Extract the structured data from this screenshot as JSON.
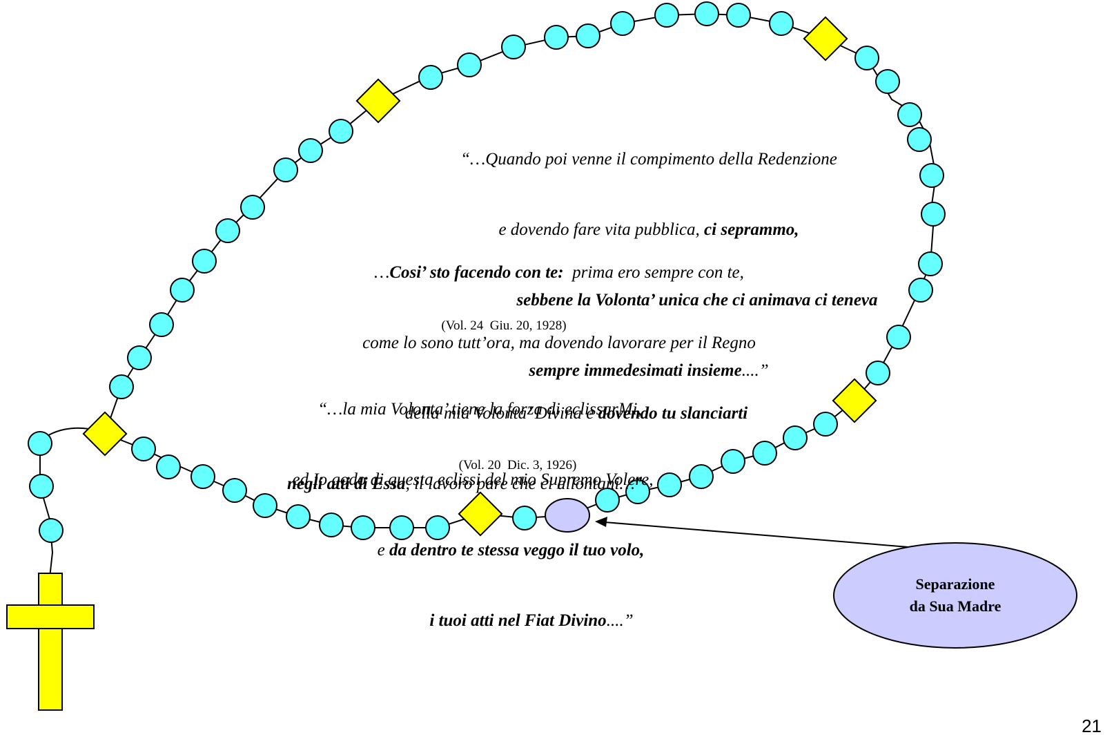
{
  "quotes": {
    "q1": {
      "l1": "“…Quando poi venne il compimento della Redenzione",
      "l2a": "e dovendo fare vita pubblica, ",
      "l2b": "ci seprammo,",
      "l3": "sebbene la Volonta’ unica che ci animava ci teneva",
      "l4a": "sempre immedesimati insieme",
      "l4b": "....”"
    },
    "q2": {
      "l1a": "…",
      "l1b": "Cosi’ sto facendo con te:",
      "l1c": "  prima ero sempre con te,",
      "l2": "come lo sono tutt’ora, ma dovendo lavorare per il Regno",
      "l3a": "della mia Volonta’ Divina e ",
      "l3b": "dovendo tu slanciarti",
      "l4a": "negli atti di Essa",
      "l4b": ", il lavoro pare che ci allontani…",
      "l4c": "”",
      "ref": "(Vol. 24  Giu. 20, 1928)"
    },
    "q3": {
      "l1": "“…la mia Volonta’ tiene la forza di eclissarMi,",
      "l2": "ed Io godo di questa eclissi del mio Supremo Volere,",
      "l3a": "e ",
      "l3b": "da dentro te stessa veggo il tuo volo,",
      "l4a": "i tuoi atti nel Fiat Divino",
      "l4b": "....”",
      "ref": "(Vol. 20  Dic. 3, 1926)"
    }
  },
  "callout": {
    "line1": "Separazione",
    "line2": "da Sua Madre"
  },
  "page_number": "21",
  "colors": {
    "bead": "#66ffff",
    "marker": "#ffff00",
    "highlight_bead": "#ccccff",
    "stroke": "#000000"
  }
}
